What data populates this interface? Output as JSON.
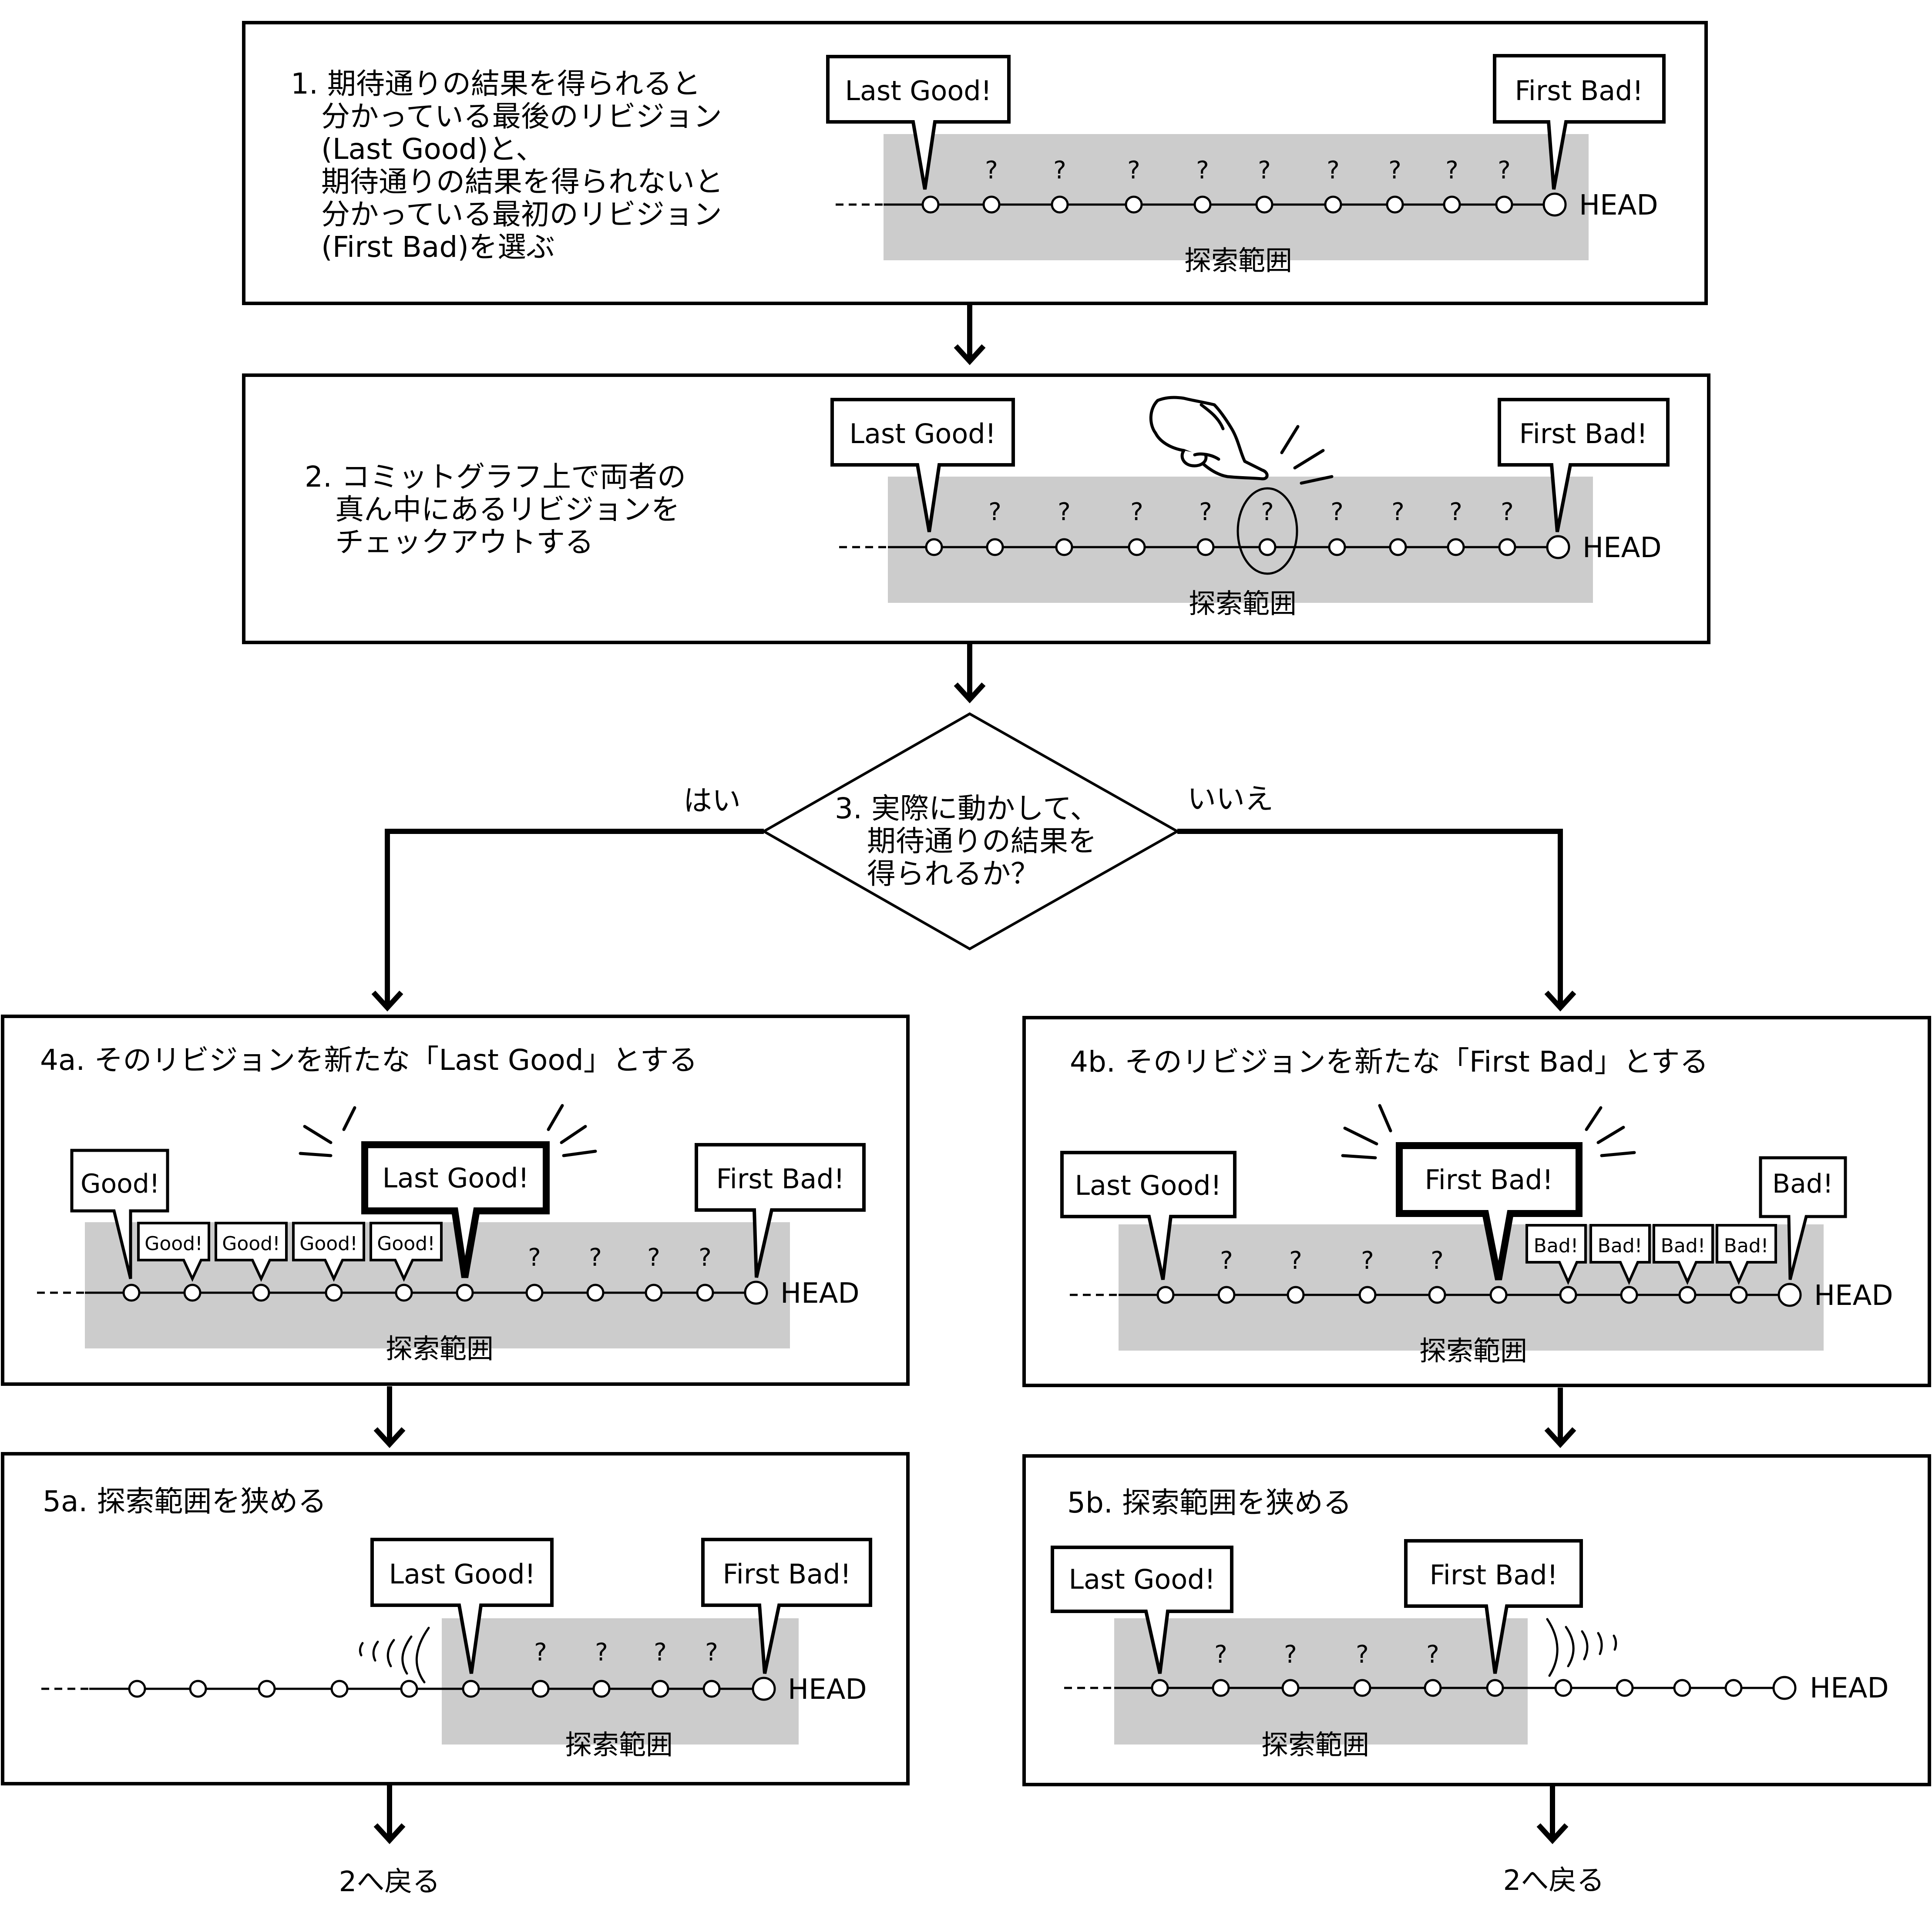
{
  "step1": {
    "lines": [
      "1. 期待通りの結果を得られると",
      "分かっている最後のリビジョン",
      "(Last Good)と、",
      "期待通りの結果を得られないと",
      "分かっている最初のリビジョン",
      "(First Bad)を選ぶ"
    ]
  },
  "step2": {
    "lines": [
      "2. コミットグラフ上で両者の",
      "真ん中にあるリビジョンを",
      "チェックアウトする"
    ]
  },
  "step3": {
    "lines": [
      "3. 実際に動かして、",
      "期待通りの結果を",
      "得られるか？"
    ],
    "yes": "はい",
    "no": "いいえ"
  },
  "step4a": {
    "title": "4a. そのリビジョンを新たな「Last Good」とする"
  },
  "step4b": {
    "title": "4b. そのリビジョンを新たな「First Bad」とする"
  },
  "step5a": {
    "title": "5a. 探索範囲を狭める"
  },
  "step5b": {
    "title": "5b. 探索範囲を狭める"
  },
  "labels": {
    "last_good": "Last Good!",
    "first_bad": "First Bad!",
    "good": "Good!",
    "bad": "Bad!",
    "unknown": "?",
    "head": "HEAD",
    "range": "探索範囲",
    "return_to_2": "2へ戻る"
  },
  "colors": {
    "range_fill": "#cccccc",
    "stroke": "#000000"
  }
}
